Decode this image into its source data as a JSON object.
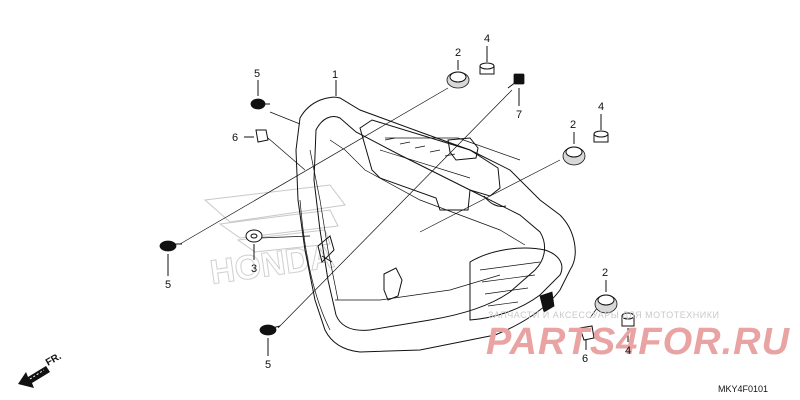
{
  "diagram": {
    "callouts": [
      {
        "id": "c1",
        "text": "1"
      },
      {
        "id": "c2a",
        "text": "2"
      },
      {
        "id": "c2b",
        "text": "2"
      },
      {
        "id": "c2c",
        "text": "2"
      },
      {
        "id": "c3",
        "text": "3"
      },
      {
        "id": "c4a",
        "text": "4"
      },
      {
        "id": "c4b",
        "text": "4"
      },
      {
        "id": "c4c",
        "text": "4"
      },
      {
        "id": "c5a",
        "text": "5"
      },
      {
        "id": "c5b",
        "text": "5"
      },
      {
        "id": "c5c",
        "text": "5"
      },
      {
        "id": "c6a",
        "text": "6"
      },
      {
        "id": "c6b",
        "text": "6"
      },
      {
        "id": "c7",
        "text": "7"
      }
    ],
    "direction_label": "FR.",
    "diagram_code": "MKY4F0101"
  },
  "watermark": {
    "tagline": "ЗАПЧАСТИ И АКСЕССУАРЫ ДЛЯ МОТОТЕХНИКИ",
    "brand": "PARTS4FOR.RU",
    "brand_color": "#e9a3a3",
    "bg_logo": "HONDA"
  },
  "icons": [
    "front-direction-arrow-icon"
  ]
}
